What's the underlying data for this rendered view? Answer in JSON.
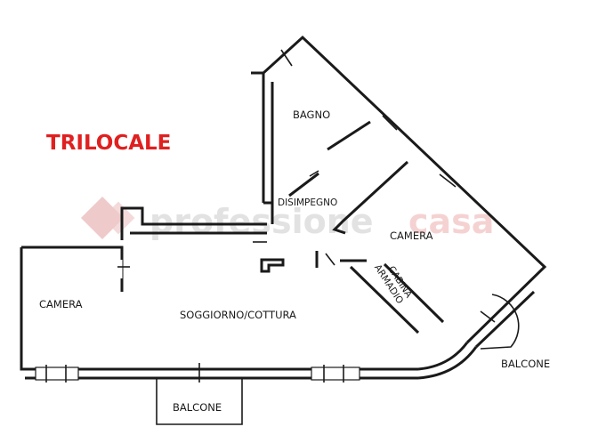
{
  "title": "TRILOCALE",
  "watermark": {
    "prefix": "professione",
    "suffix": "casa",
    "prefix_color": "#cfcfcf",
    "suffix_color": "#f2c4c4",
    "logo_color": "#e8b4b4"
  },
  "rooms": {
    "bagno": "BAGNO",
    "disimpegno": "DISIMPEGNO",
    "camera_right": "CAMERA",
    "camera_left": "CAMERA",
    "soggiorno": "SOGGIORNO/COTTURA",
    "cabina_line1": "CABINA",
    "cabina_line2": "ARMADIO",
    "balcone_right": "BALCONE",
    "balcone_bottom": "BALCONE"
  },
  "colors": {
    "title": "#e02020",
    "walls": "#1a1a1a"
  }
}
